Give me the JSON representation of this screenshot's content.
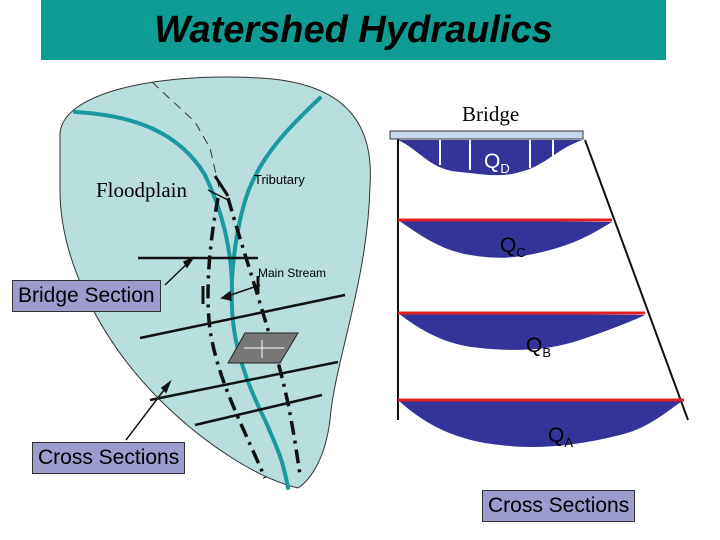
{
  "title": "Watershed Hydraulics",
  "labels": {
    "floodplain": "Floodplain",
    "tributary": "Tributary",
    "main_stream": "Main Stream",
    "bridge_section": "Bridge Section",
    "cross_sections_left": "Cross Sections",
    "bridge": "Bridge",
    "cross_sections_right": "Cross Sections"
  },
  "flows": [
    {
      "symbol": "Q",
      "sub": "D"
    },
    {
      "symbol": "Q",
      "sub": "C"
    },
    {
      "symbol": "Q",
      "sub": "B"
    },
    {
      "symbol": "Q",
      "sub": "A"
    }
  ],
  "colors": {
    "title_bar": "#0f9c94",
    "watershed_fill": "#b8dede",
    "stream": "#1a9a9e",
    "channel_fill": "#33339a",
    "water_surface": "#e02020",
    "label_box": "#9b9ccc"
  }
}
